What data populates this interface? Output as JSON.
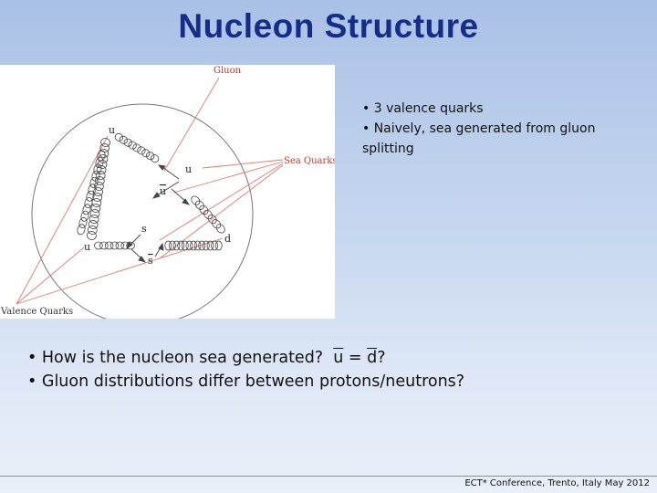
{
  "title": "Nucleon Structure",
  "figure": {
    "labels": {
      "gluon": "Gluon",
      "sea_quarks": "Sea Quarks",
      "valence_quarks": "Valence Quarks"
    },
    "quarks": {
      "u_top": "u",
      "u_inner": "u",
      "ubar": "u",
      "s": "s",
      "sbar": "s",
      "u_left": "u",
      "d": "d"
    }
  },
  "right_bullets": [
    "• 3 valence quarks",
    "• Naively, sea generated from  gluon",
    "splitting"
  ],
  "main_bullets": {
    "line1_prefix": "• How is the nucleon sea generated?  ",
    "line1_ubar": "u",
    "line1_eq": " = ",
    "line1_dbar": "d",
    "line1_suffix": "?",
    "line2": "• Gluon distributions differ between protons/neutrons?"
  },
  "footer": "ECT* Conference, Trento, Italy May 2012",
  "colors": {
    "title": "#142d86",
    "pointer_lines": "#e07a6e",
    "label_text": "#c0392b"
  }
}
